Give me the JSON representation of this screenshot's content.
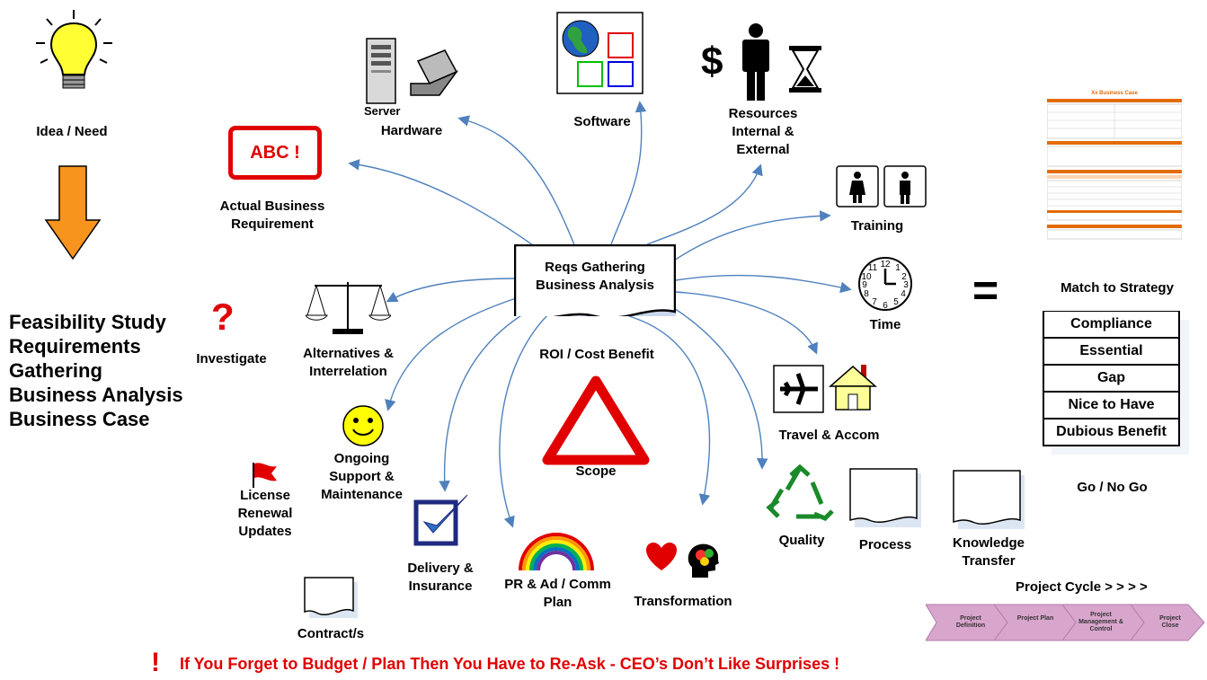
{
  "left": {
    "idea_label": "Idea / Need",
    "stack": [
      "Feasibility Study",
      "Requirements",
      "Gathering",
      "Business Analysis",
      "Business Case"
    ]
  },
  "center": {
    "line1": "Reqs Gathering",
    "line2": "Business Analysis",
    "roi": "ROI / Cost Benefit",
    "scope": "Scope"
  },
  "nodes": {
    "abc_box": "ABC !",
    "actual_business_l1": "Actual Business",
    "actual_business_l2": "Requirement",
    "server": "Server",
    "hardware": "Hardware",
    "software": "Software",
    "dollar": "$",
    "resources_l1": "Resources",
    "resources_l2": "Internal &",
    "resources_l3": "External",
    "training": "Training",
    "time": "Time",
    "travel": "Travel & Accom",
    "investigate": "Investigate",
    "alternatives_l1": "Alternatives &",
    "alternatives_l2": "Interrelation",
    "ongoing_l1": "Ongoing",
    "ongoing_l2": "Support &",
    "ongoing_l3": "Maintenance",
    "license_l1": "License",
    "license_l2": "Renewal",
    "license_l3": "Updates",
    "delivery_l1": "Delivery &",
    "delivery_l2": "Insurance",
    "pr_l1": "PR & Ad / Comm",
    "pr_l2": "Plan",
    "transformation": "Transformation",
    "contracts": "Contract/s",
    "quality": "Quality",
    "process": "Process",
    "knowledge_l1": "Knowledge",
    "knowledge_l2": "Transfer"
  },
  "right": {
    "equals": "=",
    "match_strategy": "Match to Strategy",
    "strategy_items": [
      "Compliance",
      "Essential",
      "Gap",
      "Nice to Have",
      "Dubious Benefit"
    ],
    "go_no_go": "Go / No Go",
    "project_cycle": "Project Cycle > > > >",
    "business_case_title": "Xx Business Case",
    "phases": [
      "Project Definition",
      "Project Plan",
      "Project Management & Control",
      "Project Close"
    ]
  },
  "footer": {
    "bang": "!",
    "text": "If You Forget to Budget / Plan Then You Have to Re-Ask - CEO’s Don’t Like Surprises !"
  },
  "colors": {
    "arrow": "#4f81bd",
    "red": "#e00000",
    "orange": "#f7941d",
    "green": "#2e8b2e",
    "chevron": "#d8a6cc",
    "navy": "#1f2a80"
  }
}
